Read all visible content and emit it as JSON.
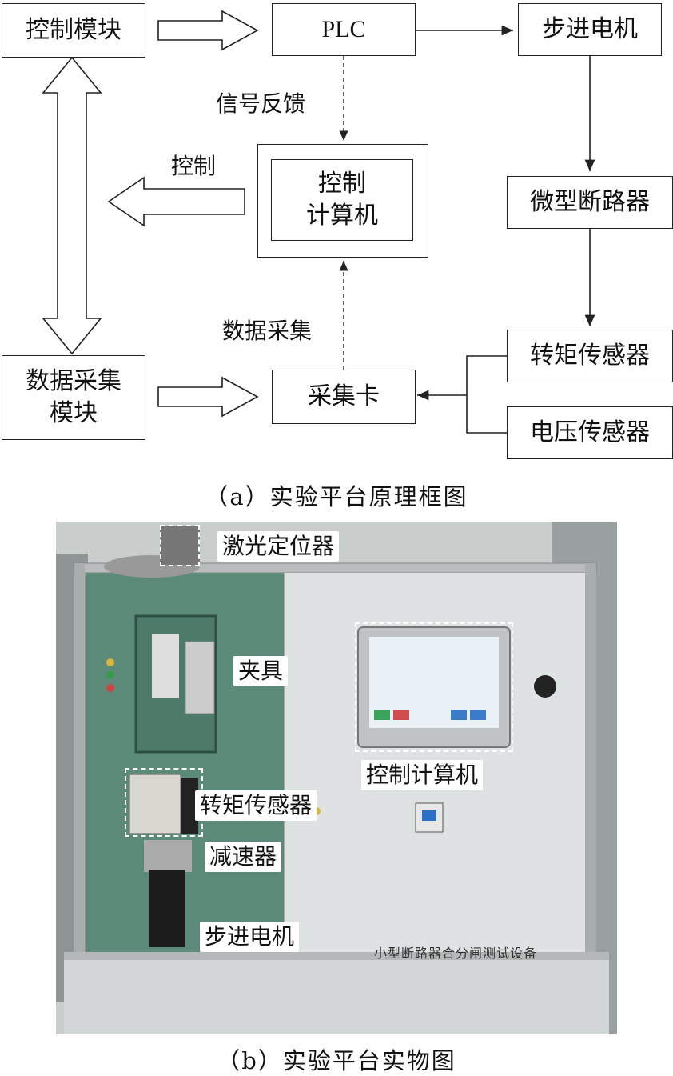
{
  "diagram": {
    "nodes": {
      "control_module": "控制模块",
      "plc": "PLC",
      "stepper_motor": "步进电机",
      "control_computer_line1": "控制",
      "control_computer_line2": "计算机",
      "mini_breaker": "微型断路器",
      "torque_sensor": "转矩传感器",
      "voltage_sensor": "电压传感器",
      "acq_card": "采集卡",
      "daq_module_line1": "数据采集",
      "daq_module_line2": "模块"
    },
    "edge_labels": {
      "signal_feedback": "信号反馈",
      "control": "控制",
      "data_acquisition": "数据采集"
    },
    "caption": "（a）实验平台原理框图"
  },
  "photo": {
    "callouts": {
      "laser_locator": "激光定位器",
      "fixture": "夹具",
      "control_computer": "控制计算机",
      "torque_sensor": "转矩传感器",
      "reducer": "减速器",
      "stepper_motor": "步进电机"
    },
    "panel_label": "小型断路器合分闸测试设备",
    "caption": "（b）实验平台实物图"
  }
}
